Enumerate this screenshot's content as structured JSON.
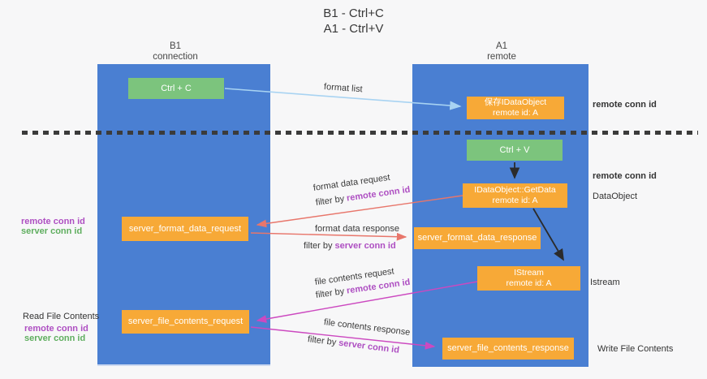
{
  "title": {
    "line1": "B1 - Ctrl+C",
    "line2": "A1 - Ctrl+V"
  },
  "lanes": {
    "left": {
      "name": "B1",
      "subtitle": "connection"
    },
    "right": {
      "name": "A1",
      "subtitle": "remote"
    }
  },
  "nodes": {
    "ctrl_c": {
      "label": "Ctrl + C"
    },
    "ctrl_v": {
      "label": "Ctrl + V"
    },
    "save_idataobject": {
      "line1": "保存IDataObject",
      "line2": "remote id: A"
    },
    "idataobject_getdata": {
      "line1": "IDataObject::GetData",
      "line2": "remote id: A"
    },
    "istream": {
      "line1": "IStream",
      "line2": "remote id: A"
    },
    "server_format_data_request": {
      "label": "server_format_data_request"
    },
    "server_format_data_response": {
      "label": "server_format_data_response"
    },
    "server_file_contents_request": {
      "label": "server_file_contents_request"
    },
    "server_file_contents_response": {
      "label": "server_file_contents_response"
    }
  },
  "edges": {
    "format_list": {
      "label": "format list"
    },
    "format_data_request": {
      "label": "format data request",
      "filter_prefix": "filter by ",
      "filter_key": "remote conn id"
    },
    "format_data_response": {
      "label": "format data response",
      "filter_prefix": "filter by ",
      "filter_key": "server conn id"
    },
    "file_contents_request": {
      "label": "file contents request",
      "filter_prefix": "filter by ",
      "filter_key": "remote conn id"
    },
    "file_contents_response": {
      "label": "file contents response",
      "filter_prefix": "filter by ",
      "filter_key": "server conn id"
    }
  },
  "annotations": {
    "right_top_remote_conn_id": "remote conn id",
    "right_mid_remote_conn_id": "remote conn id",
    "dataobject": "DataObject",
    "istream": "Istream",
    "write_file_contents": "Write File Contents",
    "read_file_contents": "Read File Contents",
    "left_format_remote": "remote conn id",
    "left_format_server": "server conn id",
    "left_file_remote": "remote conn id",
    "left_file_server": "server conn id"
  },
  "colors": {
    "background": "#f7f7f8",
    "lane_blue": "#4a7fd2",
    "node_green": "#7cc47d",
    "node_orange": "#f7a937",
    "arrow_light_blue": "#a8d3f2",
    "arrow_red": "#e8766b",
    "arrow_magenta": "#cc49c0",
    "arrow_black": "#2b2b2b",
    "text_purple": "#ae4fc2",
    "text_green": "#5fae5f",
    "divider_dark": "#3b3b3b"
  }
}
